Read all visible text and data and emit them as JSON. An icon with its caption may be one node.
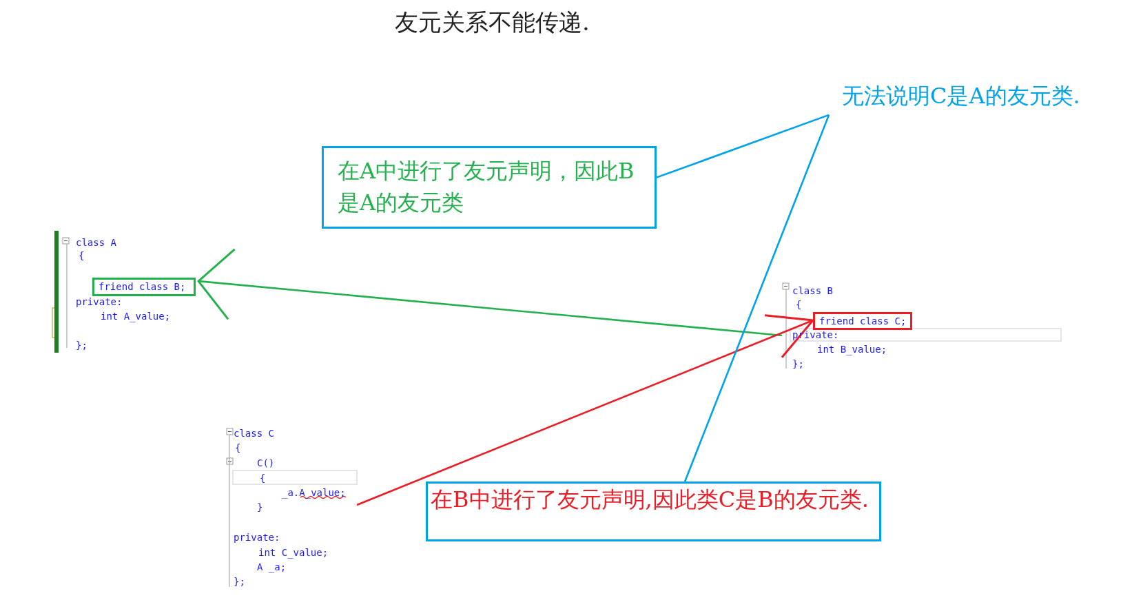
{
  "diagram": {
    "title": "友元关系不能传递.",
    "nodes": [
      {
        "text": [
          "在A中进行了友元声明，因此B是A的友元类"
        ]
      },
      {
        "text": [
          "无法说明C是A的友元类."
        ]
      },
      {
        "text": [
          "class A",
          "{",
          "private:",
          "int A_value;",
          "};"
        ]
      },
      {
        "text": [
          "friend class B;"
        ],
        "in": 2
      },
      {
        "text": [
          "class B",
          "{",
          "private:",
          "int B_value;",
          "};"
        ]
      },
      {
        "text": [
          "friend class C;"
        ],
        "in": 4
      },
      {
        "text": [
          "class C",
          "{",
          "C()",
          "{",
          "_a.A_value;",
          "}",
          "private:",
          "int C_value;",
          "A _a;",
          "};"
        ]
      },
      {
        "text": [
          "在B中进行了友元声明,因此类C是B的友元类."
        ]
      }
    ],
    "edges": [
      {
        "from": 4,
        "to": 3,
        "arrow": "to",
        "color": "#22b14c"
      },
      {
        "from": 6,
        "to": 5,
        "arrow": "to",
        "color": "#ed1c24"
      },
      {
        "from": 1,
        "to": 0,
        "arrow": "none",
        "color": "#00a2e8"
      },
      {
        "from": 1,
        "to": 7,
        "arrow": "none",
        "color": "#00a2e8"
      }
    ]
  }
}
